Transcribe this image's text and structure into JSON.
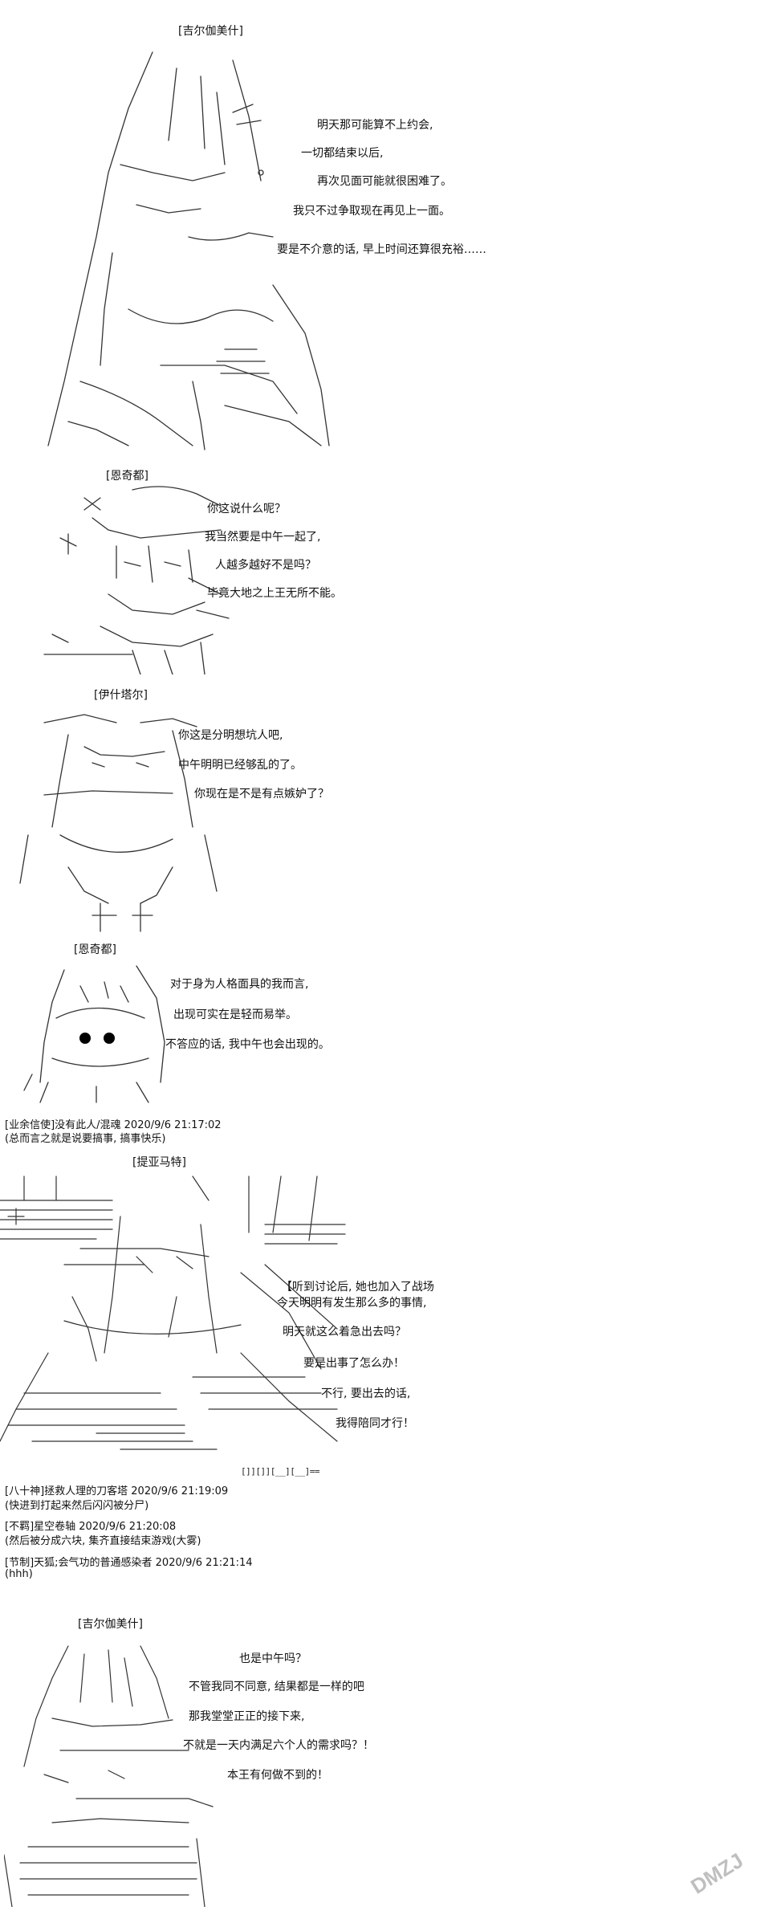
{
  "speakers": {
    "s1": "[吉尔伽美什]",
    "s2": "[恩奇都]",
    "s3": "[伊什塔尔]",
    "s4": "[恩奇都]",
    "s5": "[提亚马特]",
    "s6": "[吉尔伽美什]"
  },
  "dialogue": {
    "s1": [
      "明天那可能算不上约会,",
      "一切都结束以后,",
      "再次见面可能就很困难了。",
      "我只不过争取现在再见上一面。",
      "要是不介意的话, 早上时间还算很充裕……"
    ],
    "s2": [
      "你这说什么呢？",
      "我当然要是中午一起了,",
      "人越多越好不是吗？",
      "毕竟大地之上王无所不能。"
    ],
    "s3": [
      "你这是分明想坑人吧,",
      "中午明明已经够乱的了。",
      "你现在是不是有点嫉妒了？"
    ],
    "s4": [
      "对于身为人格面具的我而言,",
      "出现可实在是轻而易举。",
      "不答应的话, 我中午也会出现的。"
    ],
    "s5": [
      "【听到讨论后, 她也加入了战场",
      "今天明明有发生那么多的事情,",
      "明天就这么着急出去吗？",
      "要是出事了怎么办！",
      "不行, 要出去的话,",
      "我得陪同才行！"
    ],
    "s6": [
      "也是中午吗？",
      "不管我同不同意, 结果都是一样的吧",
      "那我堂堂正正的接下来,",
      "不就是一天内满足六个人的需求吗？！",
      "本王有何做不到的！"
    ]
  },
  "comments": [
    {
      "header": "[业余信使]没有此人/混魂 2020/9/6 21:17:02",
      "body": "(总而言之就是说要搞事, 搞事快乐)"
    },
    {
      "header": "[八十神]拯救人理的刀客塔 2020/9/6 21:19:09",
      "body": "(快进到打起来然后闪闪被分尸)"
    },
    {
      "header": "[不羁]星空卷轴 2020/9/6 21:20:08",
      "body": "(然后被分成六块, 集齐直接结束游戏(大雾)"
    },
    {
      "header": "[节制]天狐;会气功的普通感染者 2020/9/6 21:21:14",
      "body": "(hhh)"
    }
  ],
  "art_fragments": {
    "a5_tag": "[]][]][__][__]=="
  },
  "watermark": "DMZJ",
  "colors": {
    "text": "#111111",
    "art": "#222222",
    "watermark": "#bfbfbf"
  }
}
